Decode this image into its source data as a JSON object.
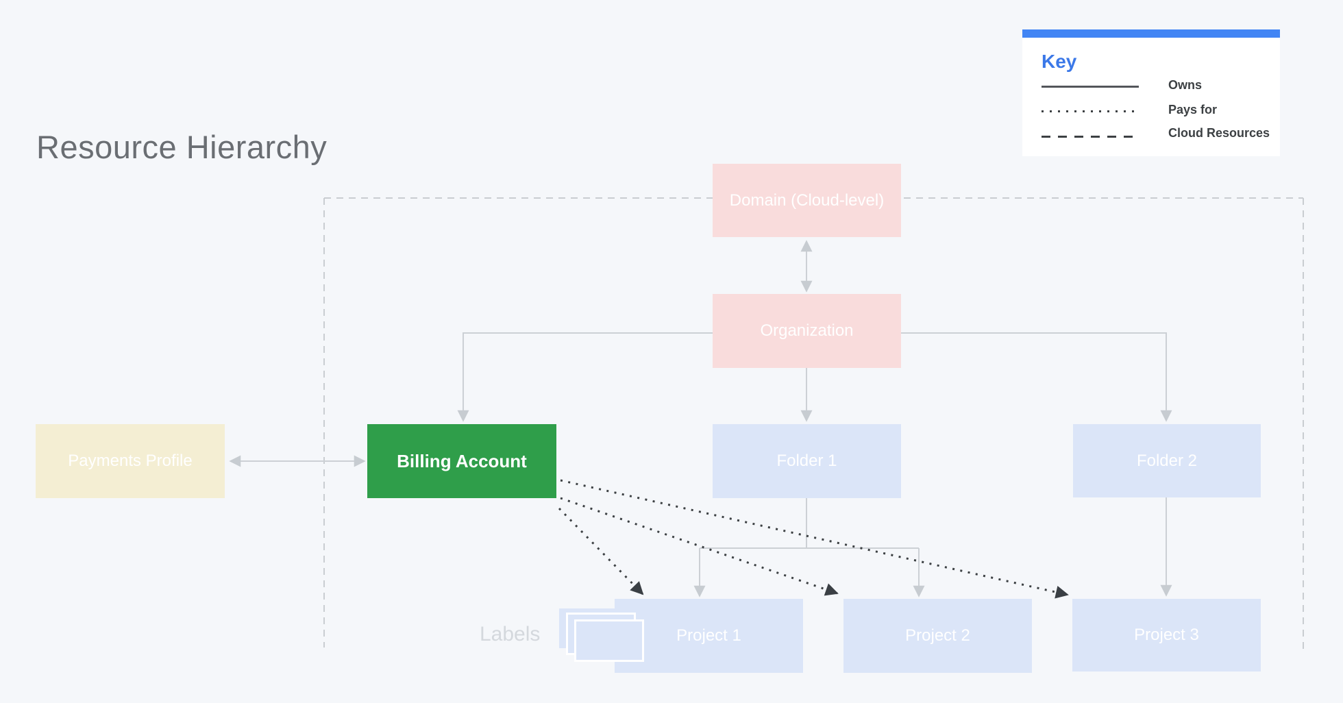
{
  "title": "Resource Hierarchy",
  "key": {
    "heading": "Key",
    "items": [
      {
        "line_style": "solid",
        "label": "Owns"
      },
      {
        "line_style": "dotted",
        "label": "Pays for"
      },
      {
        "line_style": "dashed",
        "label": "Cloud Resources"
      }
    ]
  },
  "nodes": {
    "domain": {
      "label": "Domain (Cloud-level)",
      "type": "cloud-level"
    },
    "organization": {
      "label": "Organization",
      "type": "cloud-level"
    },
    "payments_profile": {
      "label": "Payments Profile",
      "type": "payments"
    },
    "billing_account": {
      "label": "Billing Account",
      "type": "billing",
      "highlighted": true
    },
    "folder1": {
      "label": "Folder 1",
      "type": "folder"
    },
    "folder2": {
      "label": "Folder 2",
      "type": "folder"
    },
    "project1": {
      "label": "Project 1",
      "type": "project"
    },
    "project2": {
      "label": "Project 2",
      "type": "project"
    },
    "project3": {
      "label": "Project 3",
      "type": "project"
    }
  },
  "annotations": {
    "labels_caption": "Labels"
  },
  "edges": [
    {
      "from": "domain",
      "to": "organization",
      "style": "owns",
      "bidirectional": true
    },
    {
      "from": "organization",
      "to": "billing_account",
      "style": "owns"
    },
    {
      "from": "organization",
      "to": "folder1",
      "style": "owns"
    },
    {
      "from": "organization",
      "to": "folder2",
      "style": "owns"
    },
    {
      "from": "payments_profile",
      "to": "billing_account",
      "style": "owns",
      "bidirectional": true
    },
    {
      "from": "folder1",
      "to": "project1",
      "style": "owns"
    },
    {
      "from": "folder1",
      "to": "project2",
      "style": "owns"
    },
    {
      "from": "folder2",
      "to": "project3",
      "style": "owns"
    },
    {
      "from": "billing_account",
      "to": "project1",
      "style": "pays_for"
    },
    {
      "from": "billing_account",
      "to": "project2",
      "style": "pays_for"
    },
    {
      "from": "billing_account",
      "to": "project3",
      "style": "pays_for"
    }
  ],
  "boundary": {
    "style": "cloud_resources",
    "encloses": [
      "organization",
      "billing_account",
      "folder1",
      "folder2",
      "project1",
      "project2",
      "project3"
    ]
  },
  "colors": {
    "background": "#f5f7fa",
    "accent_blue": "#4285f4",
    "key_heading_blue": "#3b78e8",
    "cloud_level_pink": "#f9dcdc",
    "resource_blue": "#dbe5f8",
    "payments_cream": "#f4eed3",
    "billing_green": "#2f9e4a",
    "connector_gray": "#ccd0d5",
    "pays_for_dark": "#3c4043",
    "boundary_gray": "#c9cdd1"
  }
}
